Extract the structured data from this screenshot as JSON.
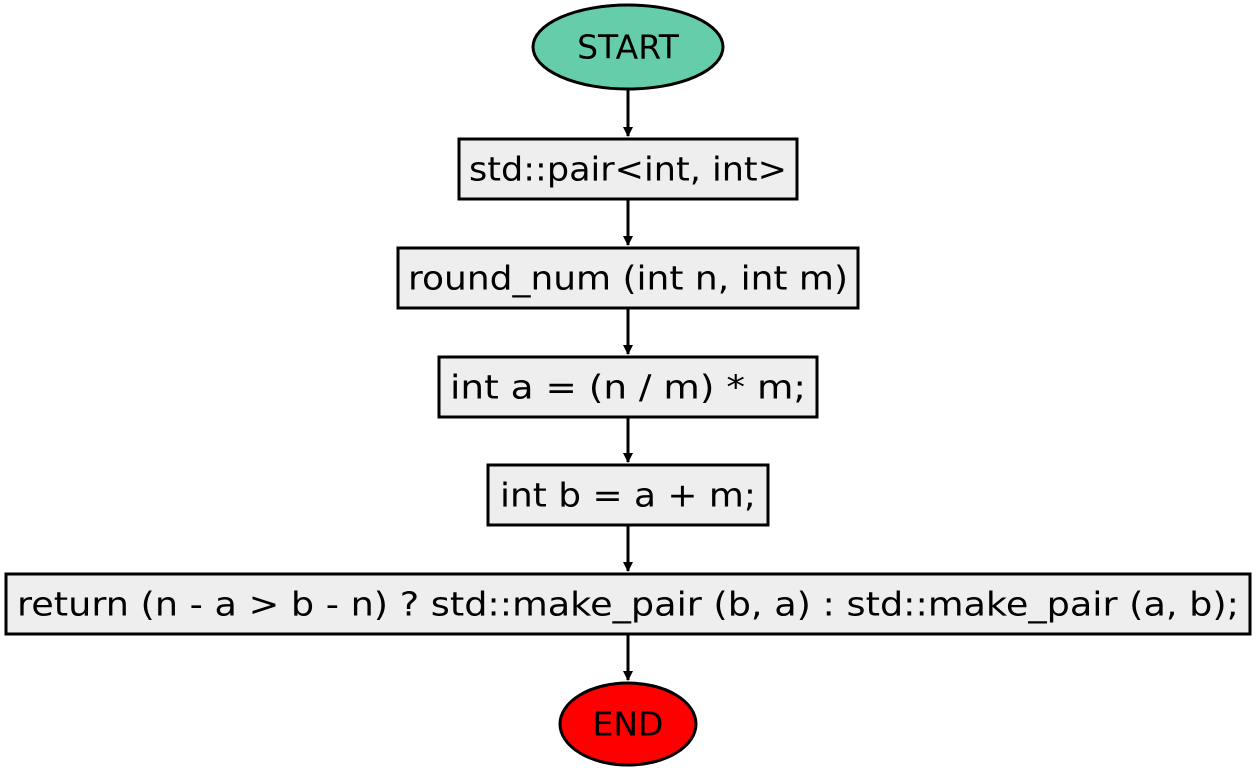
{
  "nodes": {
    "start": {
      "label": "START",
      "fill": "#66cdaa"
    },
    "step1": {
      "label": "std::pair<int, int>",
      "fill": "#eeeeee"
    },
    "step2": {
      "label": "round_num (int n, int m)",
      "fill": "#eeeeee"
    },
    "step3": {
      "label": "int a = (n / m) * m;",
      "fill": "#eeeeee"
    },
    "step4": {
      "label": "int b = a + m;",
      "fill": "#eeeeee"
    },
    "step5": {
      "label": "return (n - a > b - n) ? std::make_pair (b, a) : std::make_pair (a, b);",
      "fill": "#eeeeee"
    },
    "end": {
      "label": "END",
      "fill": "#ff0000"
    }
  },
  "edges": [
    {
      "from": "start",
      "to": "step1"
    },
    {
      "from": "step1",
      "to": "step2"
    },
    {
      "from": "step2",
      "to": "step3"
    },
    {
      "from": "step3",
      "to": "step4"
    },
    {
      "from": "step4",
      "to": "step5"
    },
    {
      "from": "step5",
      "to": "end"
    }
  ]
}
